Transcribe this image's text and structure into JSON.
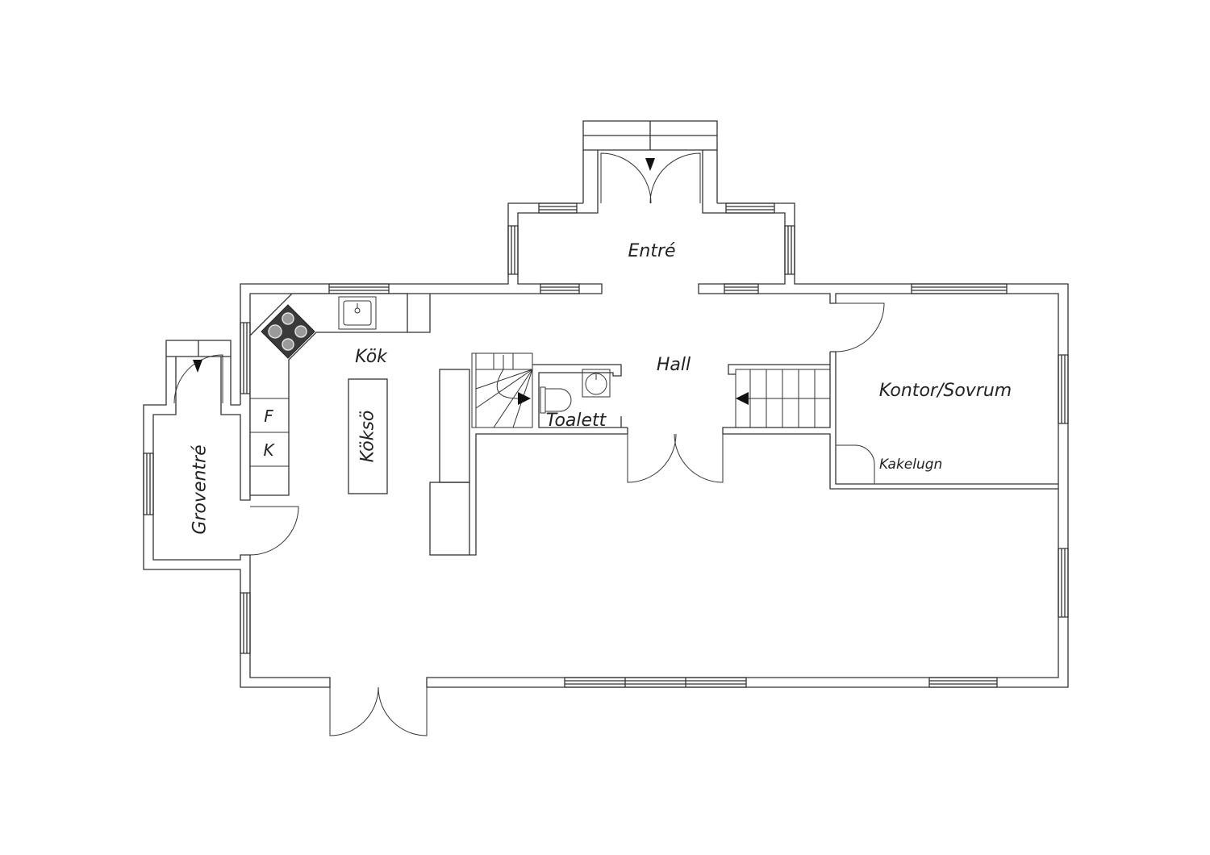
{
  "labels": {
    "entre": "Entré",
    "kok": "Kök",
    "hall": "Hall",
    "kontor": "Kontor/Sovrum",
    "toalett": "Toalett",
    "cell_f": "F",
    "cell_k": "K",
    "kokso": "Köksö",
    "groventre": "Groventré",
    "kakelugn": "Kakelugn"
  },
  "colors": {
    "line": "#333333",
    "background": "#ffffff",
    "stove": "#3a3a3a"
  }
}
